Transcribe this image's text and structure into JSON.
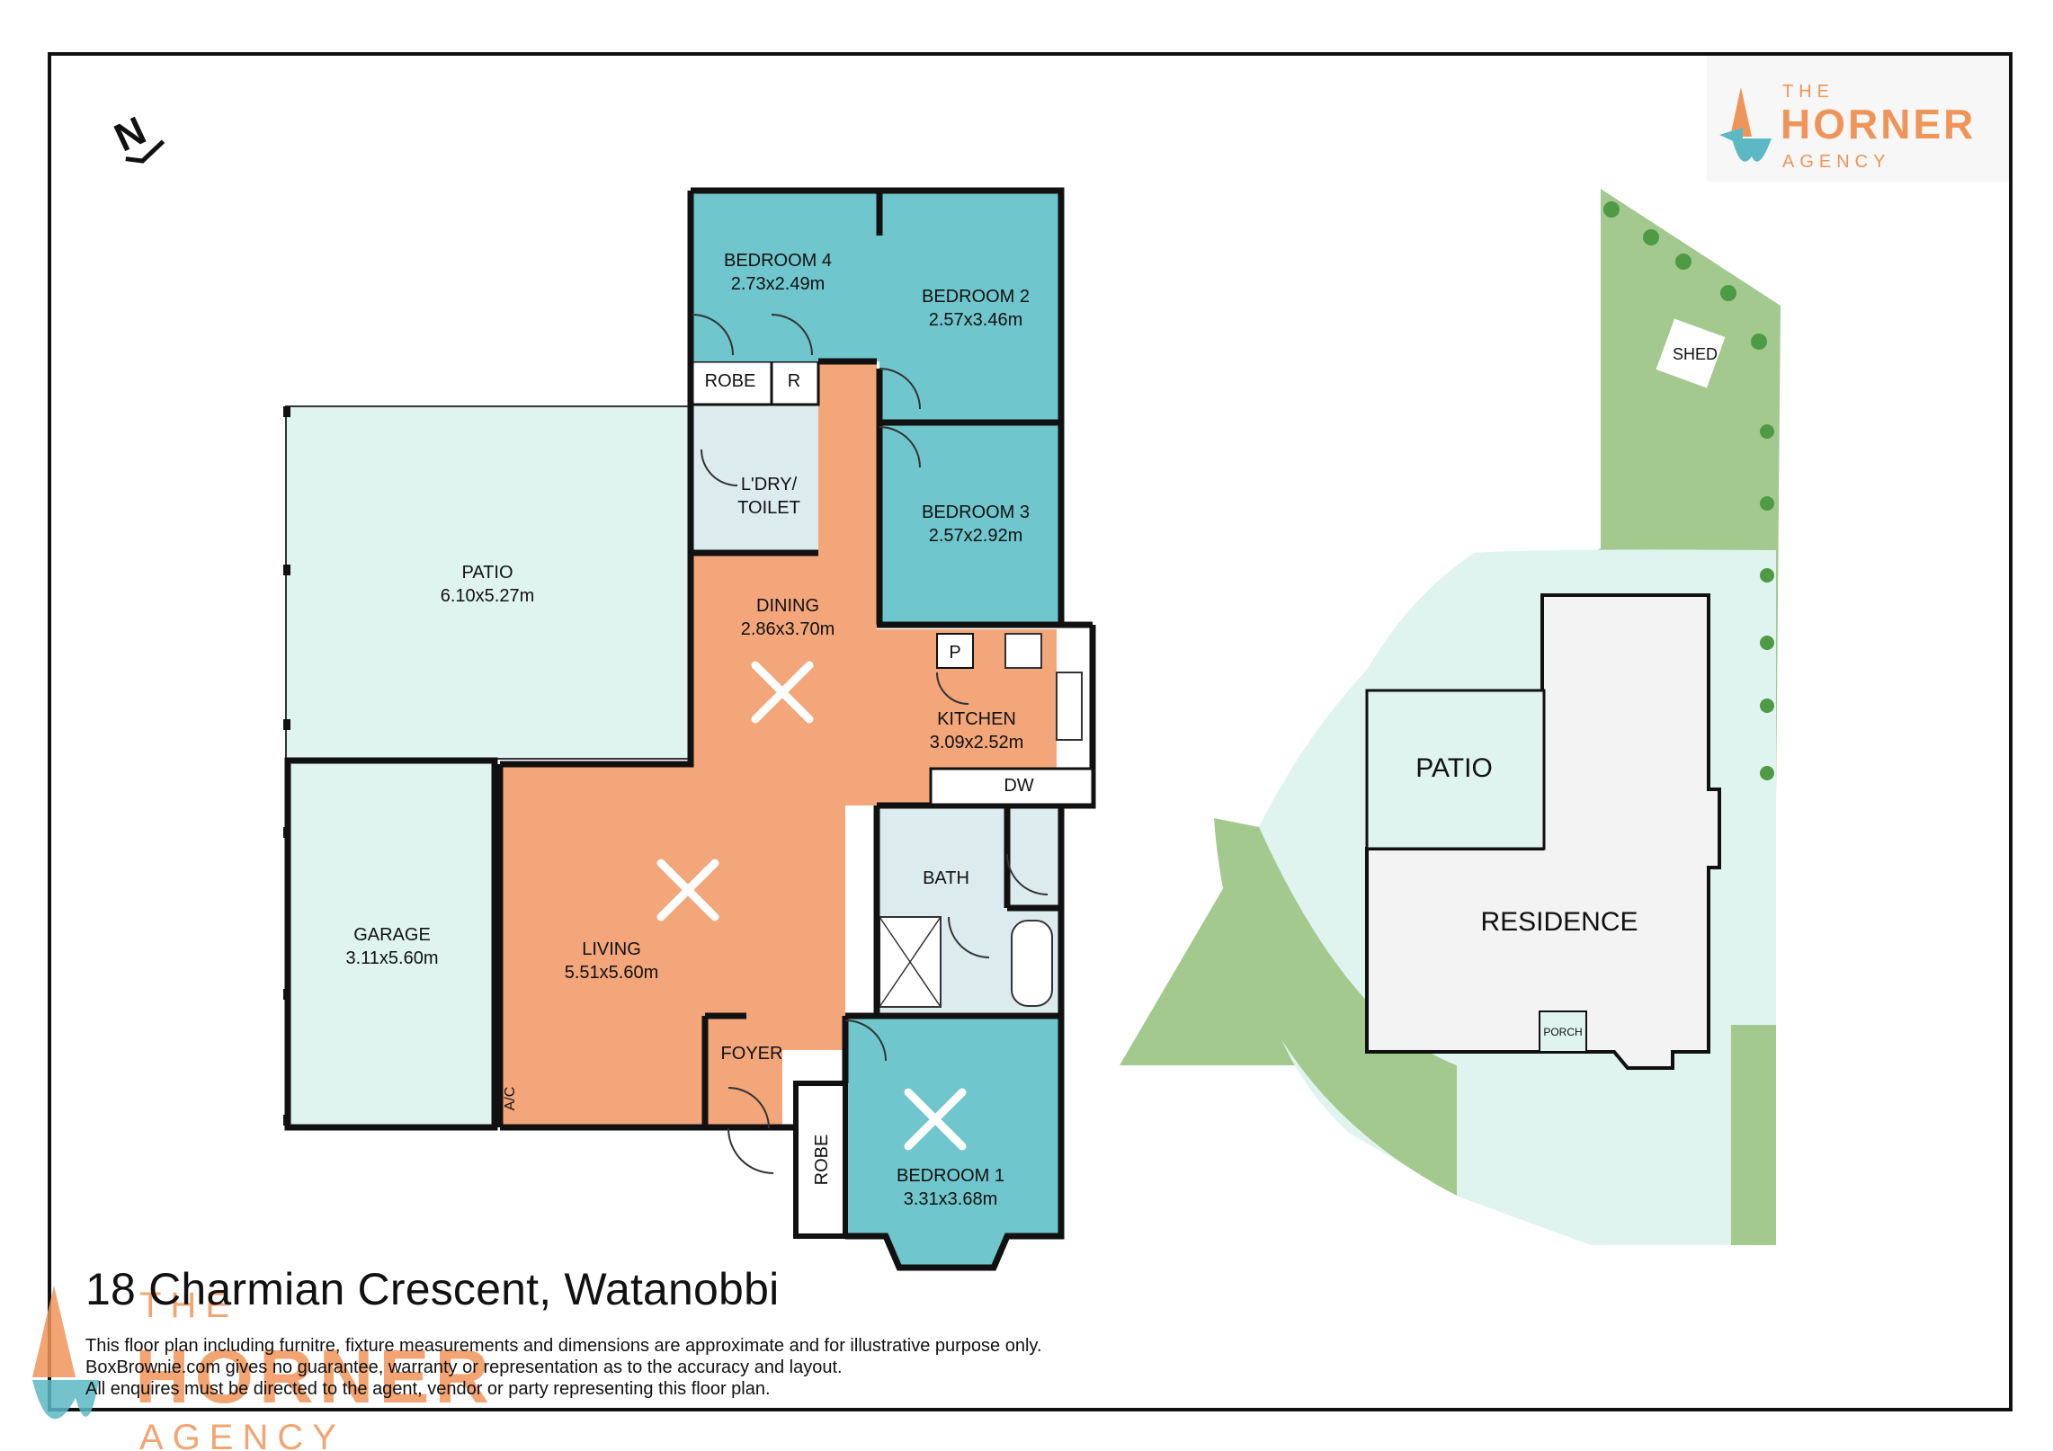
{
  "address": "18 Charmian Crescent, Watanobbi",
  "disclaimer": [
    "This floor plan including furnitre, fixture measurements and dimensions are approximate and for illustrative purpose only.",
    "BoxBrownie.com gives no guarantee, warranty or representation as to the accuracy and layout.",
    "All enquires must be directed to the agent, vendor or party representing this floor plan."
  ],
  "compass": "N",
  "logo": {
    "line1": "THE",
    "line2": "HORNER",
    "line3": "AGENCY"
  },
  "colors": {
    "wall": "#111111",
    "bedroom": "#6fc6cc",
    "living": "#f2a67a",
    "outdoor": "#dff4ef",
    "wet": "#dcebed",
    "lawn": "#a3c98e",
    "logo_orange": "#f0955a",
    "logo_teal": "#5bb8c4"
  },
  "rooms": {
    "bedroom4": {
      "name": "BEDROOM 4",
      "size": "2.73x2.49m"
    },
    "bedroom2": {
      "name": "BEDROOM 2",
      "size": "2.57x3.46m"
    },
    "bedroom3": {
      "name": "BEDROOM 3",
      "size": "2.57x2.92m"
    },
    "bedroom1": {
      "name": "BEDROOM 1",
      "size": "3.31x3.68m"
    },
    "patio": {
      "name": "PATIO",
      "size": "6.10x5.27m"
    },
    "garage": {
      "name": "GARAGE",
      "size": "3.11x5.60m"
    },
    "dining": {
      "name": "DINING",
      "size": "2.86x3.70m"
    },
    "kitchen": {
      "name": "KITCHEN",
      "size": "3.09x2.52m"
    },
    "living": {
      "name": "LIVING",
      "size": "5.51x5.60m"
    },
    "laundry": {
      "line1": "L'DRY/",
      "line2": "TOILET"
    },
    "bath": "BATH",
    "foyer": "FOYER",
    "robe_top": "ROBE",
    "robe_r": "R",
    "robe_bed1": "ROBE",
    "pantry": "P",
    "dishwasher": "DW",
    "aircon": "A/C"
  },
  "site": {
    "shed": "SHED",
    "patio": "PATIO",
    "residence": "RESIDENCE",
    "porch": "PORCH"
  }
}
